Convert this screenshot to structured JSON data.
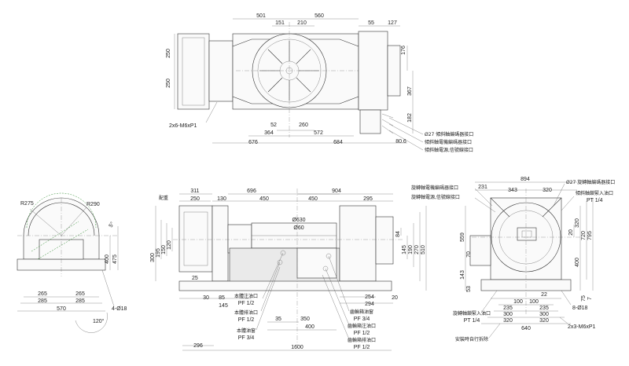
{
  "top_view": {
    "dims_top": [
      "501",
      "560",
      "151",
      "210",
      "55",
      "127"
    ],
    "dims_left": [
      "250",
      "250"
    ],
    "dims_right": [
      "176",
      "367",
      "182"
    ],
    "dims_bottom": [
      "52",
      "260",
      "364",
      "572",
      "676",
      "684",
      "80.6"
    ],
    "note_left": "2x6-M6xP1",
    "callouts": [
      "Ø27 傾斜軸編碼器接口",
      "傾斜軸電機編碼器接口",
      "傾斜軸電源,信號線接口"
    ]
  },
  "side_view": {
    "radii": [
      "R275",
      "R290"
    ],
    "angle": "5°",
    "dims_right": [
      "400",
      "475"
    ],
    "dims_bottom": [
      "265",
      "265",
      "285",
      "285",
      "570"
    ],
    "holes": "4-Ø18",
    "angle_bottom": "120°"
  },
  "front_view": {
    "label_weight": "配重",
    "dims_top": [
      "311",
      "250",
      "130",
      "696",
      "450",
      "450",
      "904",
      "295"
    ],
    "dims_left": [
      "300",
      "195",
      "150",
      "120",
      "25"
    ],
    "bore": [
      "Ø630",
      "Ø60"
    ],
    "dims_right": [
      "84",
      "145",
      "190",
      "270",
      "510"
    ],
    "dims_bottom": [
      "30",
      "85",
      "145",
      "35",
      "350",
      "400",
      "254",
      "294",
      "20",
      "296",
      "1600"
    ],
    "notes_left": [
      {
        "name": "本體注油口",
        "spec": "PF 1/2"
      },
      {
        "name": "本體排油口",
        "spec": "PF 1/2"
      },
      {
        "name": "本體油窗",
        "spec": "PF 3/4"
      }
    ],
    "notes_right": [
      {
        "name": "齒輪箱油窗",
        "spec": "PF 3/4"
      },
      {
        "name": "齒輪箱注油口",
        "spec": "PF 1/2"
      },
      {
        "name": "齒輪箱排油口",
        "spec": "PF 1/2"
      }
    ]
  },
  "end_view": {
    "callouts_top_left": [
      "旋轉軸電機編碼器接口",
      "旋轉軸電源,信號線接口"
    ],
    "callout_top_right": "Ø27 旋轉軸編碼器接口",
    "callout_right": {
      "name": "傾斜軸鎖緊入油口",
      "spec": "PT 1/4"
    },
    "dims_top": [
      "894",
      "231",
      "343",
      "320"
    ],
    "dims_right": [
      "20",
      "320",
      "720",
      "795",
      "400",
      "75",
      "7"
    ],
    "dims_left": [
      "559",
      "70",
      "143",
      "53"
    ],
    "dims_bottom": [
      "22",
      "100",
      "100",
      "235",
      "235",
      "300",
      "300",
      "320",
      "320",
      "640"
    ],
    "holes": "8-Ø18",
    "note_bottom_right": "2x3-M6xP1",
    "callout_bottom_left": {
      "name": "旋轉軸鎖緊入油口",
      "spec": "PT 1/4"
    },
    "note_bottom": "安裝時自行拆除"
  }
}
